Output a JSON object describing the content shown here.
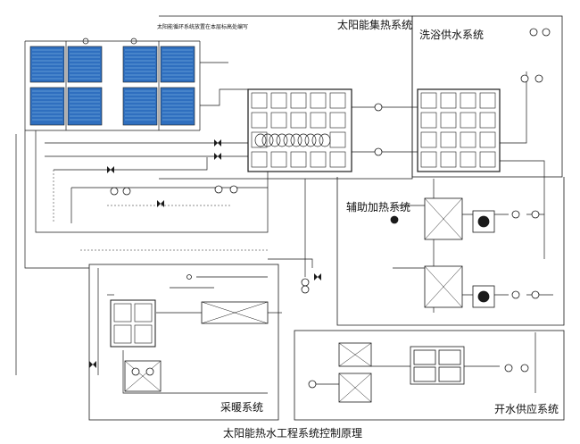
{
  "diagram": {
    "main_title": "太阳能热水工程系统控制原理",
    "note_title": "太阳能循环系统放置在本层标高处编写",
    "sections": {
      "collector": "太阳能集热系统",
      "bath_supply": "洗浴供水系统",
      "aux_heating": "辅助加热系统",
      "space_heating": "采暖系统",
      "boiled_water": "开水供应系统"
    }
  },
  "colors": {
    "line": "#1a1a1a",
    "thin_line": "#3a3a3a",
    "panel_fill": "#2f6fbf",
    "panel_stripe": "#8fc1ee",
    "tank_fill": "#ffffff",
    "background": "#ffffff"
  },
  "icons": [
    "solar-panel-icon",
    "tank-module-icon",
    "pump-icon",
    "valve-icon",
    "heat-exchanger-icon",
    "coil-icon",
    "instrument-icon"
  ]
}
